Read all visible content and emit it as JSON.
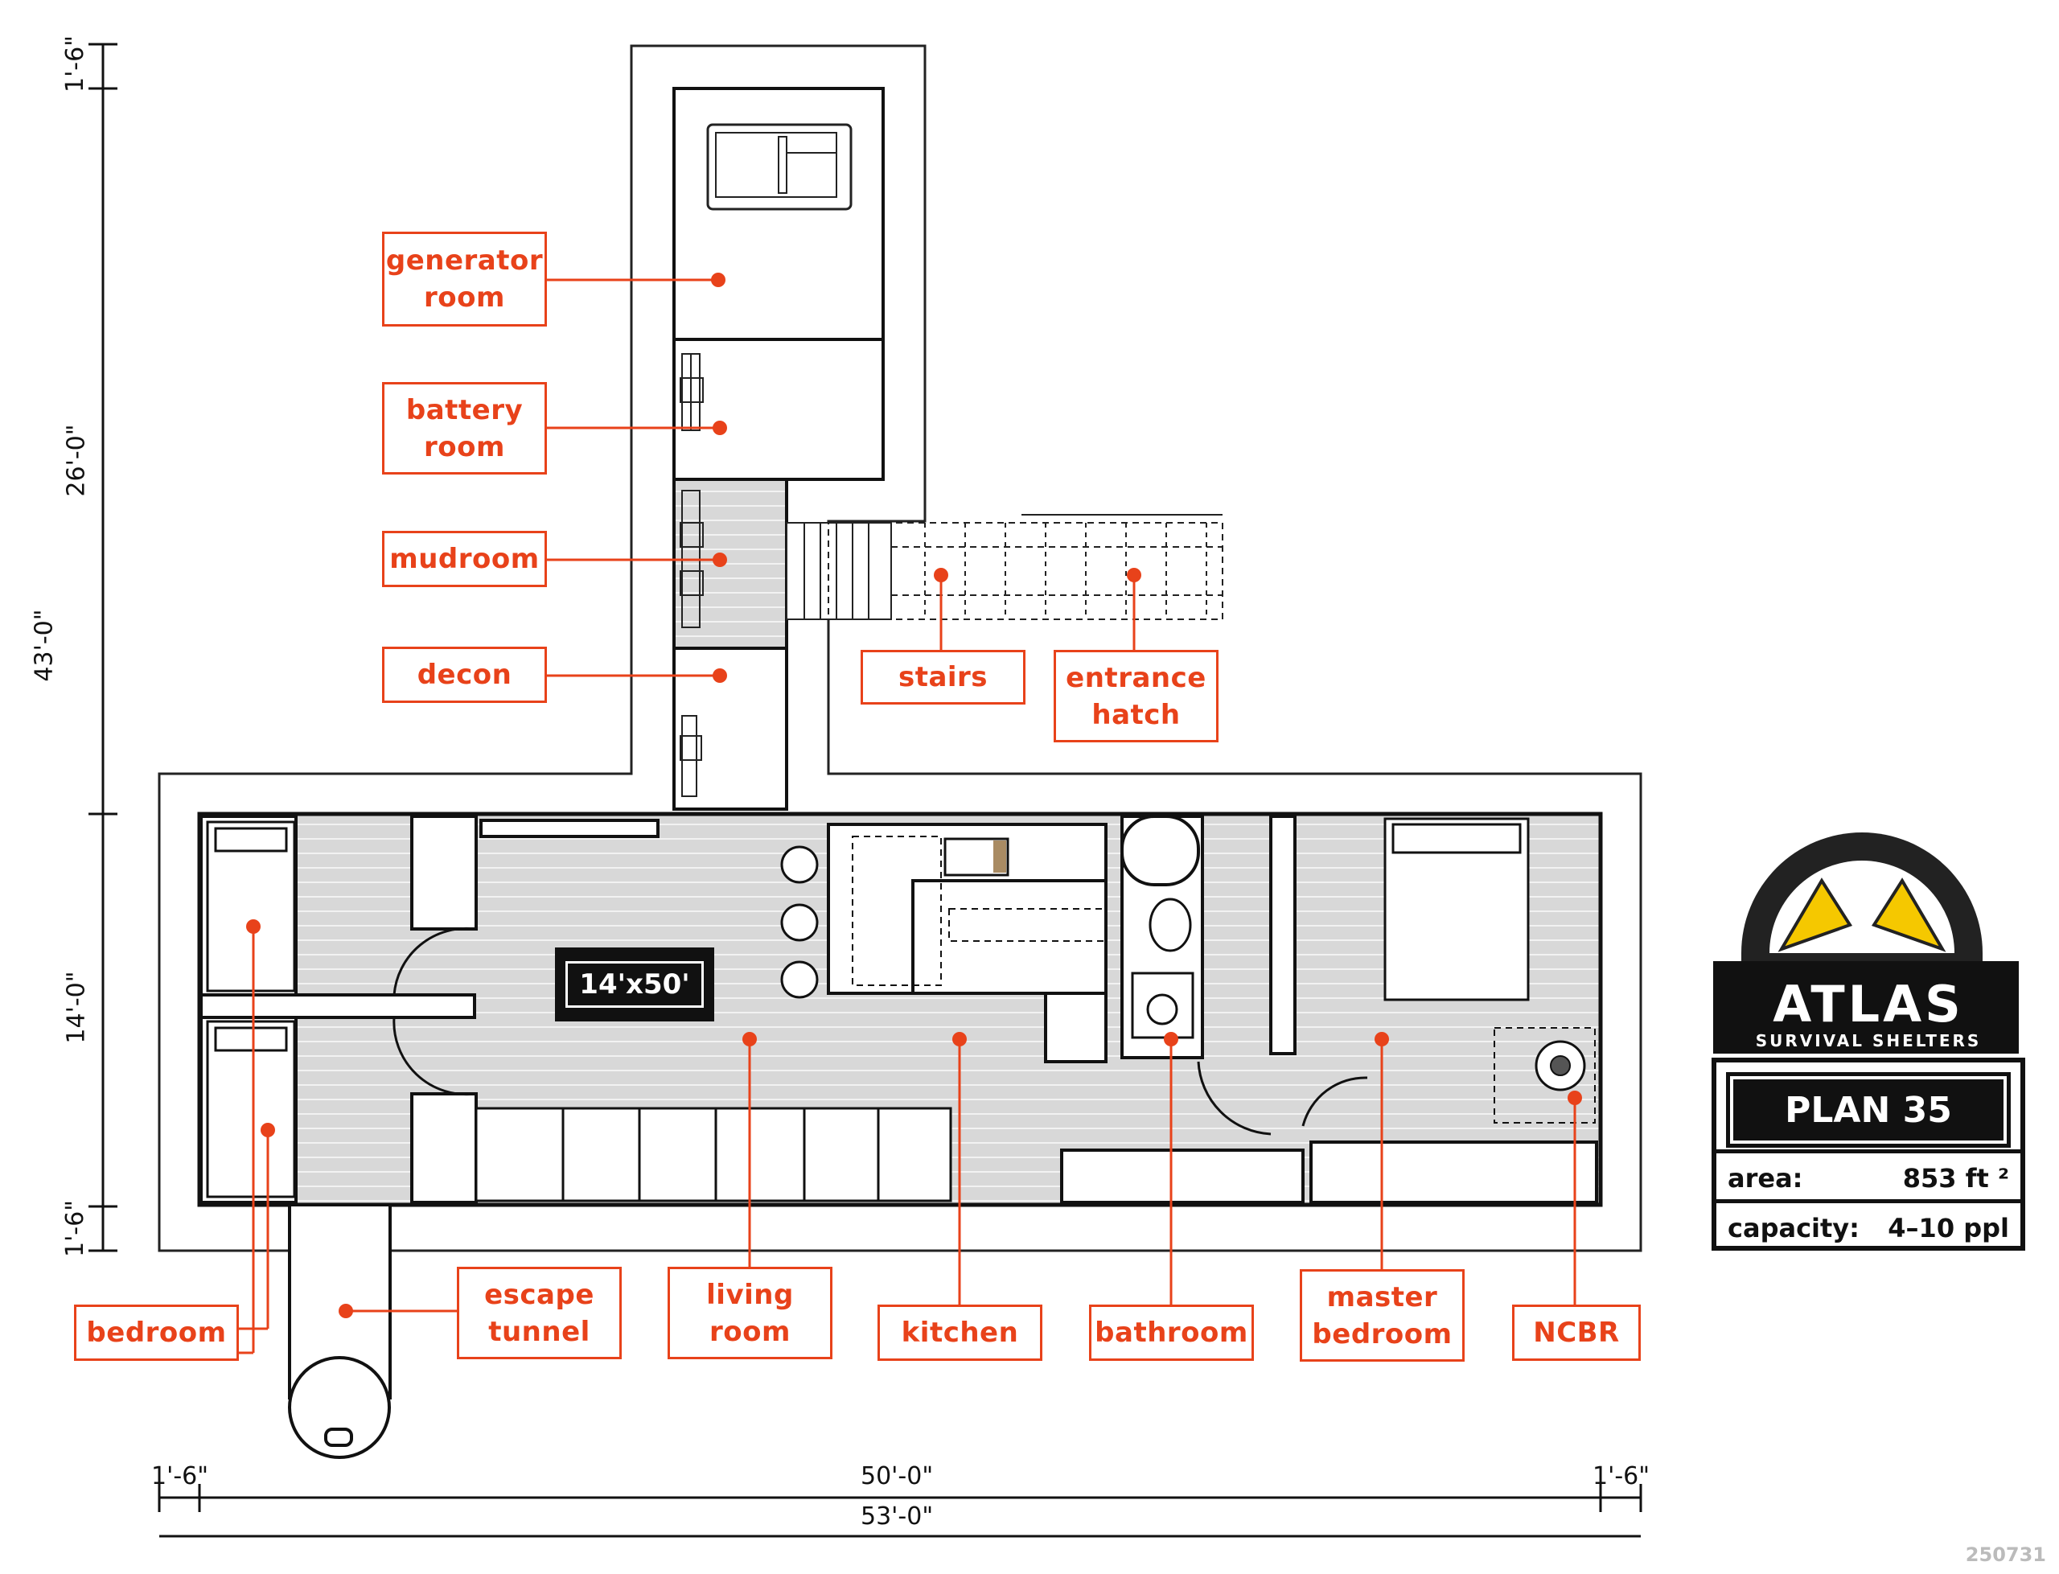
{
  "labels": {
    "generator_room": [
      "generator",
      "room"
    ],
    "battery_room": [
      "battery",
      "room"
    ],
    "mudroom": [
      "mudroom"
    ],
    "decon": [
      "decon"
    ],
    "stairs": [
      "stairs"
    ],
    "entrance_hatch": [
      "entrance",
      "hatch"
    ],
    "bedroom": [
      "bedroom"
    ],
    "escape_tunnel": [
      "escape",
      "tunnel"
    ],
    "living_room": [
      "living",
      "room"
    ],
    "kitchen": [
      "kitchen"
    ],
    "bathroom": [
      "bathroom"
    ],
    "master_bedroom": [
      "master",
      "bedroom"
    ],
    "ncbr": [
      "NCBR"
    ]
  },
  "size_tag": "14'x50'",
  "dimensions": {
    "left": [
      "1'-6\"",
      "26'-0\"",
      "43'-0\"",
      "14'-0\"",
      "1'-6\""
    ],
    "bottom": [
      "1'-6\"",
      "50'-0\"",
      "1'-6\"",
      "53'-0\""
    ]
  },
  "brand": {
    "name": "ATLAS",
    "subtitle": "SURVIVAL SHELTERS",
    "plan": "PLAN 35",
    "area_label": "area:",
    "area_value": "853 ft ²",
    "capacity_label": "capacity:",
    "capacity_value": "4–10 ppl"
  },
  "stamp": "250731",
  "colors": {
    "accent": "#e8421a",
    "floor": "#d9d9d9",
    "line": "#111111",
    "logo_yellow": "#f5c800"
  }
}
